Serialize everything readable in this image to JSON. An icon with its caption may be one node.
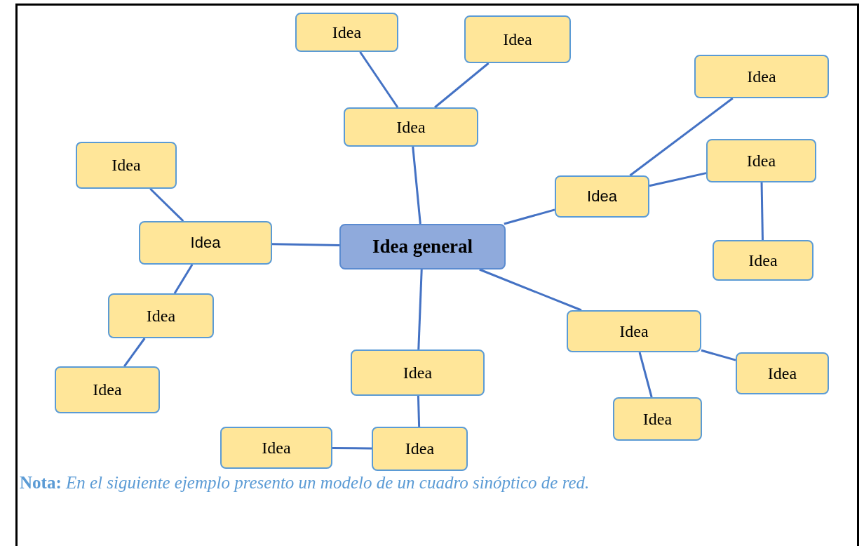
{
  "diagram": {
    "caption": "**Nota:** *En el siguiente ejemplo presento un modelo de un cuadro sinóptico de red.*",
    "nodes": [
      {
        "text": [
          "Idea general"
        ]
      },
      {
        "text": [
          "Idea"
        ]
      },
      {
        "text": [
          "Idea"
        ]
      },
      {
        "text": [
          "Idea"
        ]
      },
      {
        "text": [
          "Idea"
        ]
      },
      {
        "text": [
          "Idea"
        ]
      },
      {
        "text": [
          "Idea"
        ]
      },
      {
        "text": [
          "Idea"
        ]
      },
      {
        "text": [
          "Idea"
        ]
      },
      {
        "text": [
          "Idea"
        ]
      },
      {
        "text": [
          "Idea"
        ]
      },
      {
        "text": [
          "Idea"
        ]
      },
      {
        "text": [
          "Idea"
        ]
      },
      {
        "text": [
          "Idea"
        ]
      },
      {
        "text": [
          "Idea"
        ]
      },
      {
        "text": [
          "Idea"
        ]
      },
      {
        "text": [
          "Idea"
        ]
      },
      {
        "text": [
          "Idea"
        ]
      }
    ],
    "edges": [
      {
        "from": 0,
        "to": 1,
        "arrow": "none"
      },
      {
        "from": 1,
        "to": 2,
        "arrow": "none"
      },
      {
        "from": 1,
        "to": 3,
        "arrow": "none"
      },
      {
        "from": 0,
        "to": 4,
        "arrow": "none"
      },
      {
        "from": 4,
        "to": 5,
        "arrow": "none"
      },
      {
        "from": 4,
        "to": 6,
        "arrow": "none"
      },
      {
        "from": 6,
        "to": 7,
        "arrow": "none"
      },
      {
        "from": 0,
        "to": 8,
        "arrow": "none"
      },
      {
        "from": 8,
        "to": 9,
        "arrow": "none"
      },
      {
        "from": 8,
        "to": 10,
        "arrow": "none"
      },
      {
        "from": 0,
        "to": 11,
        "arrow": "none"
      },
      {
        "from": 11,
        "to": 12,
        "arrow": "none"
      },
      {
        "from": 12,
        "to": 13,
        "arrow": "none"
      },
      {
        "from": 0,
        "to": 14,
        "arrow": "none"
      },
      {
        "from": 14,
        "to": 15,
        "arrow": "none"
      },
      {
        "from": 14,
        "to": 16,
        "arrow": "none"
      },
      {
        "from": 16,
        "to": 17,
        "arrow": "none"
      }
    ]
  }
}
